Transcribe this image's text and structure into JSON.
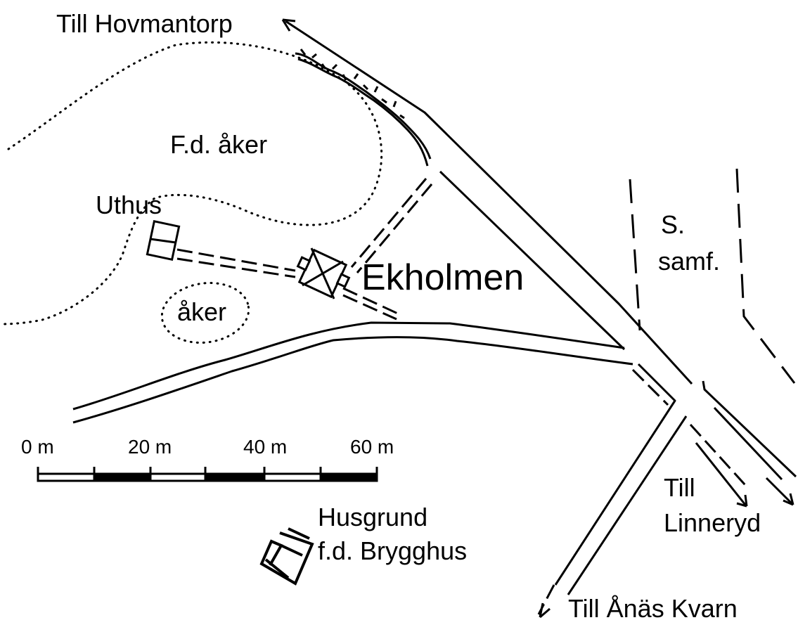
{
  "labels": {
    "to_hovmantorp": "Till Hovmantorp",
    "former_field": "F.d. åker",
    "outhouse": "Uthus",
    "field": "åker",
    "site_name": "Ekholmen",
    "community_line1": "S.",
    "community_line2": "samf.",
    "to_linneryd_line1": "Till",
    "to_linneryd_line2": "Linneryd",
    "to_anas_kvarn": "Till Ånäs Kvarn",
    "foundation_line1": "Husgrund",
    "foundation_line2": "f.d. Brygghus"
  },
  "scale_bar": {
    "ticks": [
      "0 m",
      "20 m",
      "40 m",
      "60 m"
    ],
    "max_value_m": 60
  },
  "colors": {
    "ink": "#000000",
    "paper": "#ffffff"
  }
}
